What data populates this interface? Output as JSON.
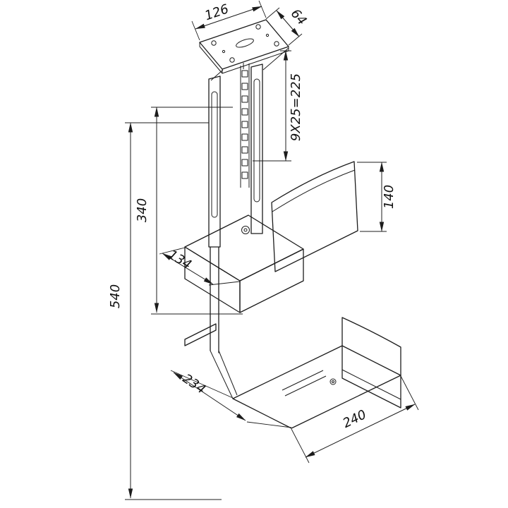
{
  "drawing": {
    "background_color": "#ffffff",
    "line_color": "#1c1c1c",
    "labels": {
      "plate_width": "126",
      "plate_depth": "64",
      "hole_spacing": "9X25=225",
      "inner_column_height": "340",
      "total_height": "540",
      "shelf_depth": "134",
      "clamp_height": "140",
      "tray_depth": "234",
      "tray_width": "240"
    }
  }
}
